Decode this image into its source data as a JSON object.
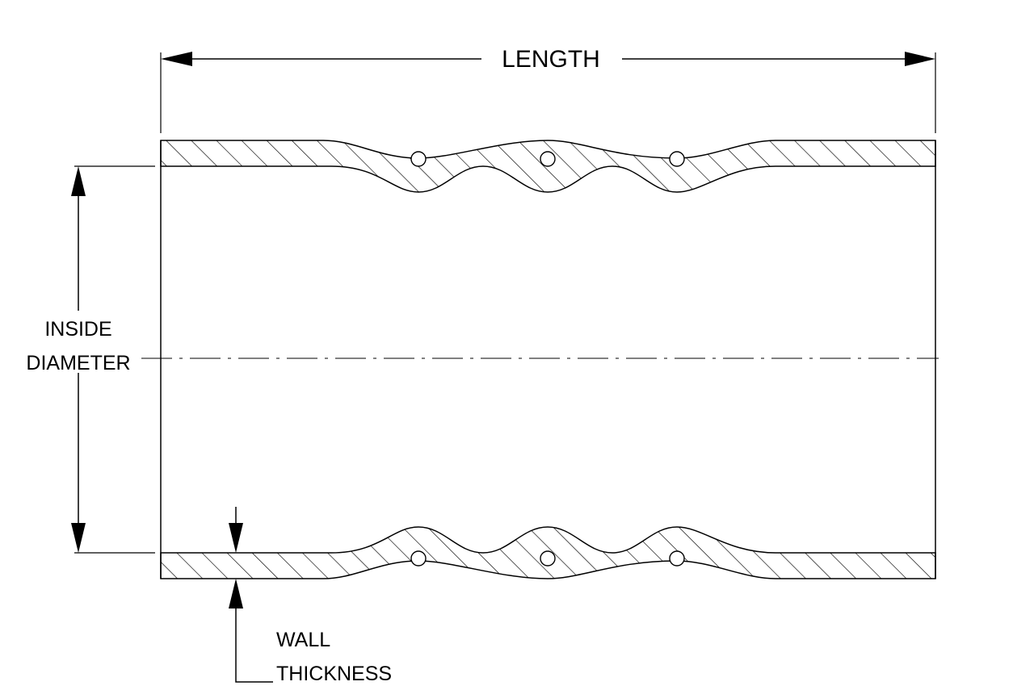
{
  "labels": {
    "length": "LENGTH",
    "inside_diameter": [
      "INSIDE",
      "DIAMETER"
    ],
    "wall_thickness": [
      "WALL",
      "THICKNESS"
    ]
  },
  "colors": {
    "line": "#000000",
    "background": "#ffffff"
  }
}
